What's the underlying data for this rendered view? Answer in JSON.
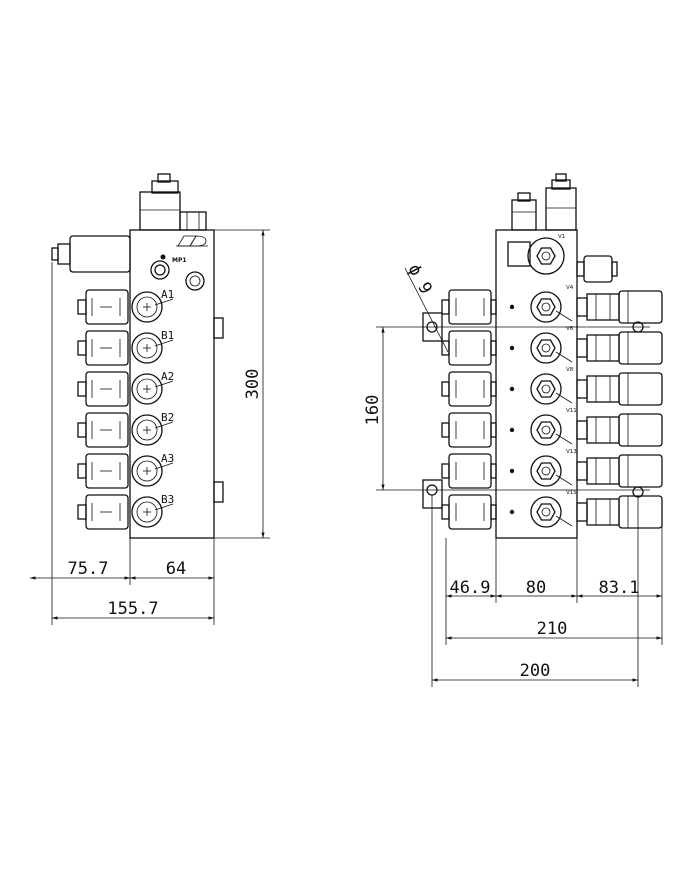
{
  "dimensions": {
    "left_height": "300",
    "left_width_a": "75.7",
    "left_width_b": "64",
    "left_total": "155.7",
    "right_height": "160",
    "right_seg_a": "46.9",
    "right_seg_b": "80",
    "right_seg_c": "83.1",
    "right_width_a": "210",
    "right_width_b": "200",
    "hole_diameter": "ϕ 9"
  },
  "ports": [
    "A1",
    "B1",
    "A2",
    "B2",
    "A3",
    "B3"
  ],
  "measure_point": "MP1",
  "valve_labels": [
    "V1",
    "V4",
    "V6",
    "V8",
    "V11",
    "V13",
    "V15"
  ]
}
